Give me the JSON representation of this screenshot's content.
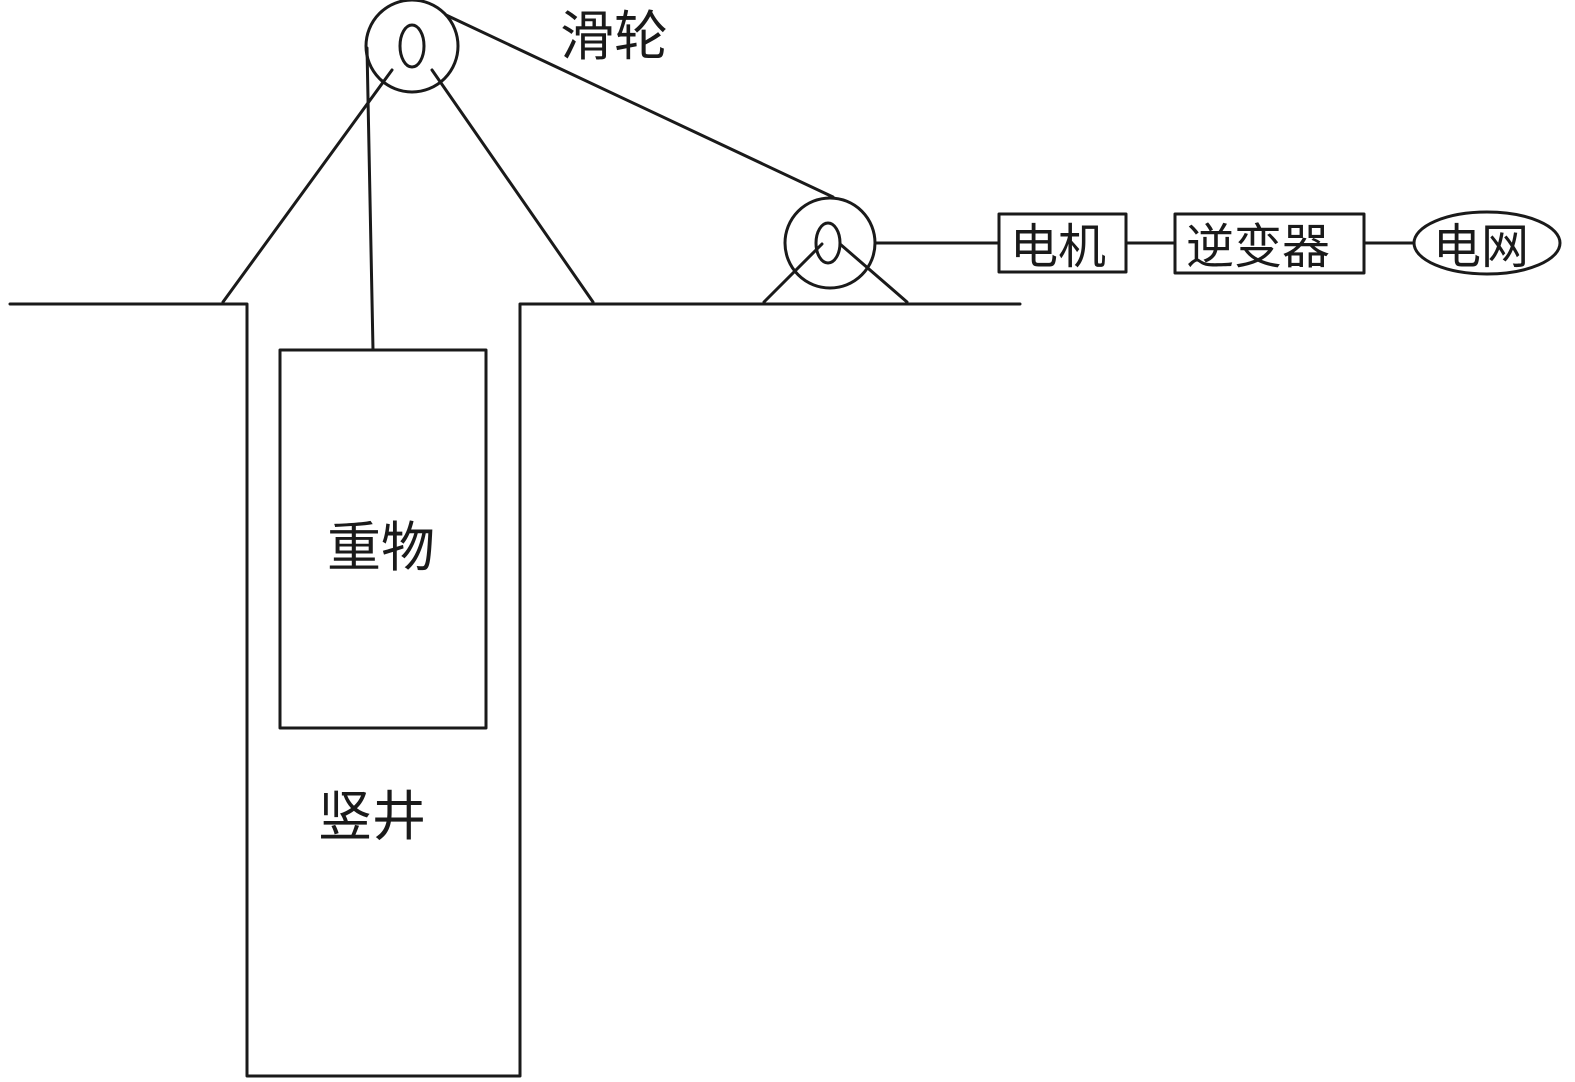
{
  "labels": {
    "pulley": "滑轮",
    "weight": "重物",
    "shaft": "竖井",
    "motor": "电机",
    "inverter": "逆变器",
    "grid": "电网"
  }
}
